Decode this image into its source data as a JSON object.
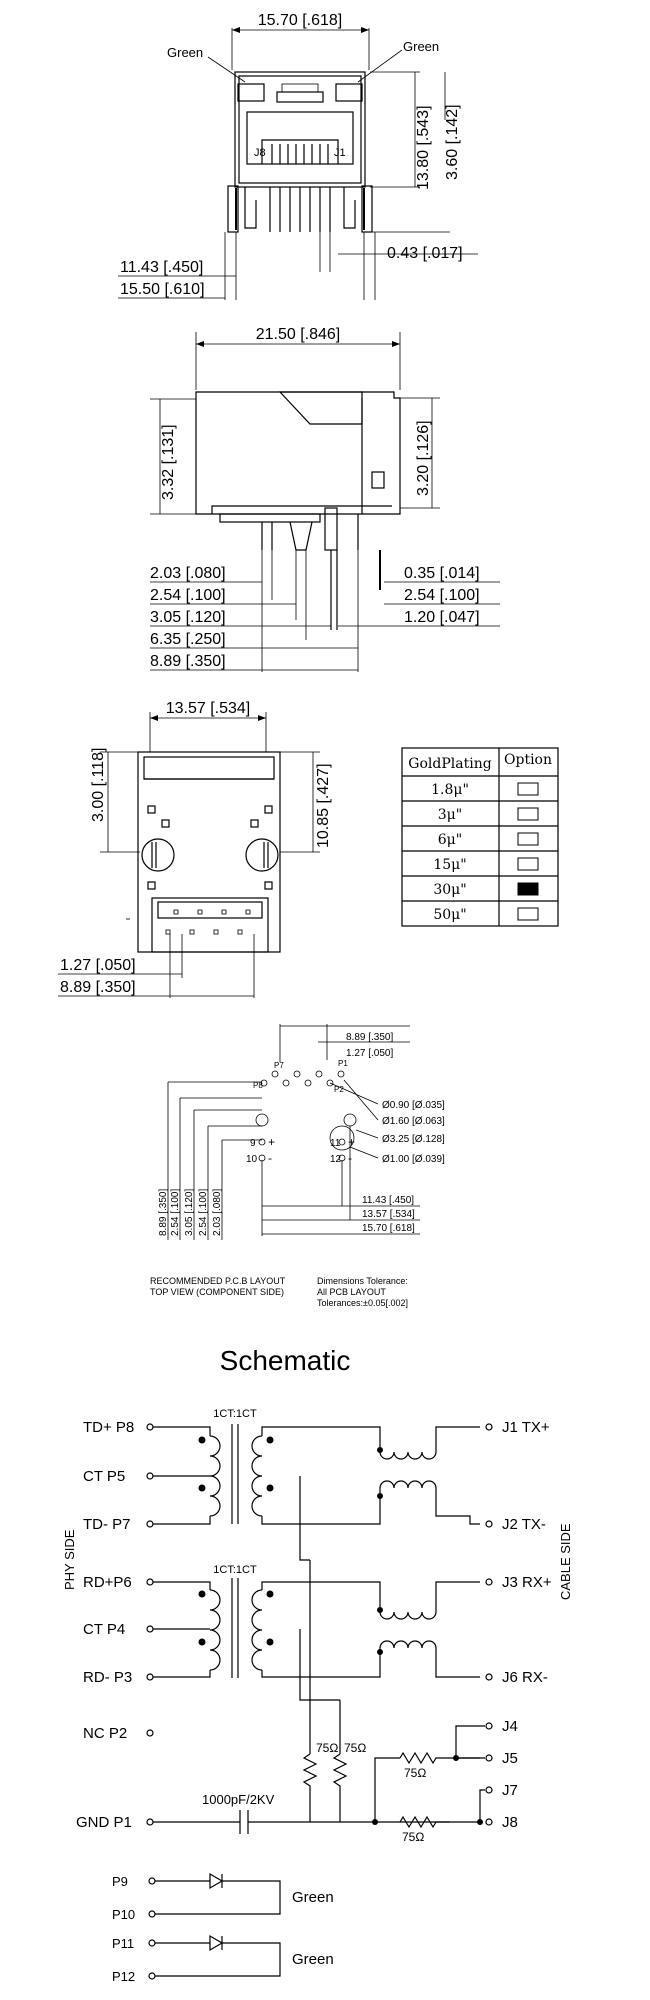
{
  "front_view": {
    "width_dim": "15.70 [.618]",
    "led_left": "Green",
    "led_right": "Green",
    "height_dim": "13.80 [.543]",
    "height2_dim": "3.60 [.142]",
    "pin_label_left": "J8",
    "pin_label_right": "J1",
    "pin_dim": "0.43 [.017]",
    "peg_spacing": "11.43 [.450]",
    "body_width": "15.50 [.610]"
  },
  "side_view": {
    "length_dim": "21.50 [.846]",
    "left_height": "3.32 [.131]",
    "right_height": "3.20 [.126]",
    "dims_left": [
      "2.03 [.080]",
      "2.54 [.100]",
      "3.05 [.120]",
      "6.35 [.250]",
      "8.89 [.350]"
    ],
    "dims_right": [
      "0.35 [.014]",
      "2.54 [.100]",
      "1.20 [.047]"
    ]
  },
  "bottom_view": {
    "width_dim": "13.57 [.534]",
    "left_height": "3.00 [.118]",
    "right_height": "10.85 [.427]",
    "dim_a": "1.27 [.050]",
    "dim_b": "8.89 [.350]"
  },
  "plating_table": {
    "headers": [
      "GoldPlating",
      "Option"
    ],
    "rows": [
      {
        "value": "1.8μ\"",
        "selected": false
      },
      {
        "value": "3μ\"",
        "selected": false
      },
      {
        "value": "6μ\"",
        "selected": false
      },
      {
        "value": "15μ\"",
        "selected": false
      },
      {
        "value": "30μ\"",
        "selected": true
      },
      {
        "value": "50μ\"",
        "selected": false
      }
    ]
  },
  "pcb_layout": {
    "top_dims": [
      "8.89 [.350]",
      "1.27 [.050]"
    ],
    "pin_labels": [
      "P7",
      "P8",
      "P1",
      "P2"
    ],
    "hole_dims": [
      "Ø0.90 [Ø.035]",
      "Ø1.60 [Ø.063]",
      "Ø3.25 [Ø.128]",
      "Ø1.00 [Ø.039]"
    ],
    "led_pins": [
      "9",
      "10",
      "11",
      "12"
    ],
    "vertical_dims": [
      "8.89 [.350]",
      "2.54 [.100]",
      "3.05 [.120]",
      "2.54 [.100]",
      "2.03 [.080]"
    ],
    "horizontal_dims": [
      "11.43 [.450]",
      "13.57 [.534]",
      "15.70 [.618]"
    ],
    "note_left_1": "RECOMMENDED P.C.B LAYOUT",
    "note_left_2": "TOP VIEW (COMPONENT SIDE)",
    "note_right_1": "Dimensions Tolerance:",
    "note_right_2": "All PCB LAYOUT",
    "note_right_3": "Tolerances:±0.05[.002]"
  },
  "schematic": {
    "title": "Schematic",
    "ratio_1": "1CT:1CT",
    "ratio_2": "1CT:1CT",
    "phy_side": "PHY SIDE",
    "cable_side": "CABLE SIDE",
    "left_pins": [
      "TD+ P8",
      "CT  P5",
      "TD- P7",
      "RD+P6",
      "CT  P4",
      "RD- P3",
      "NC  P2",
      "GND P1"
    ],
    "right_pins": [
      "J1 TX+",
      "J2 TX-",
      "J3 RX+",
      "J6 RX-",
      "J4",
      "J5",
      "J7",
      "J8"
    ],
    "r1": "75Ω",
    "r2": "75Ω",
    "r3": "75Ω",
    "r4": "75Ω",
    "cap": "1000pF/2KV",
    "led_pins": [
      "P9",
      "P10",
      "P11",
      "P12"
    ],
    "led1": "Green",
    "led2": "Green"
  }
}
